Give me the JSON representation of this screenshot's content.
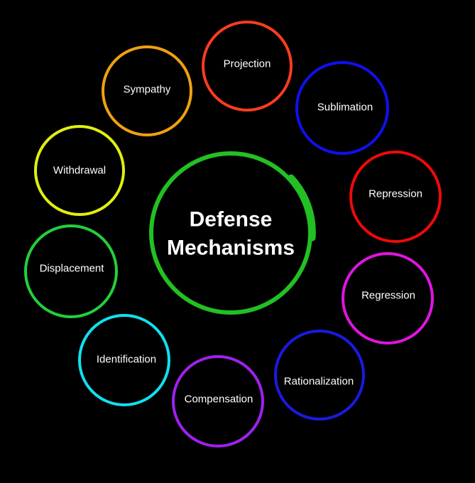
{
  "center": {
    "line1": "Defense",
    "line2": "Mechanisms",
    "color": "#22c022"
  },
  "nodes": [
    {
      "label": "Projection",
      "color": "#ff3b1f"
    },
    {
      "label": "Sublimation",
      "color": "#1010ee"
    },
    {
      "label": "Repression",
      "color": "#ee0a0a"
    },
    {
      "label": "Regression",
      "color": "#e014e0"
    },
    {
      "label": "Rationalization",
      "color": "#1a1ae0"
    },
    {
      "label": "Compensation",
      "color": "#a020f0"
    },
    {
      "label": "Identification",
      "color": "#10e0f0"
    },
    {
      "label": "Displacement",
      "color": "#22d03a"
    },
    {
      "label": "Withdrawal",
      "color": "#e0f010"
    },
    {
      "label": "Sympathy",
      "color": "#f0a010"
    }
  ]
}
